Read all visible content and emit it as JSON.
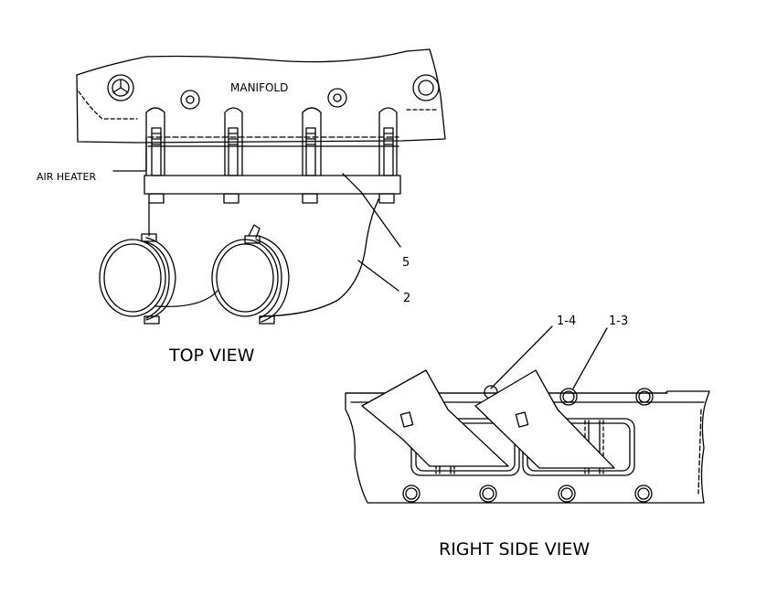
{
  "diagram": {
    "labels": {
      "manifold": "MANIFOLD",
      "air_heater": "AIR HEATER",
      "callout_5": "5",
      "callout_2": "2",
      "callout_1_4": "1-4",
      "callout_1_3": "1-3"
    },
    "captions": {
      "top_view": "TOP VIEW",
      "right_side_view": "RIGHT SIDE VIEW"
    },
    "colors": {
      "ink": "#000000",
      "paper": "#ffffff"
    }
  }
}
